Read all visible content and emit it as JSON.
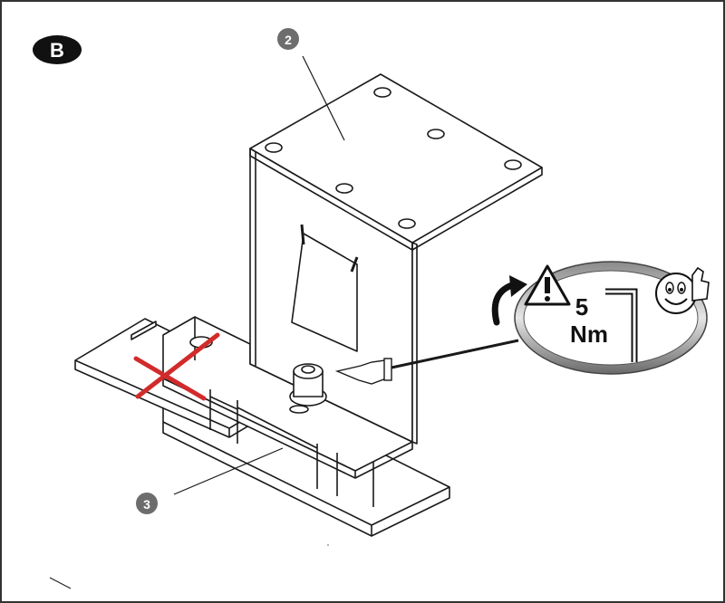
{
  "step_badge": {
    "label": "B"
  },
  "callouts": [
    {
      "number": "2"
    },
    {
      "number": "3"
    }
  ],
  "torque": {
    "value": "5",
    "unit": "Nm"
  },
  "icons": [
    "warning-icon",
    "rotate-clockwise-icon",
    "allen-key-icon",
    "thumbs-up-smiley-icon",
    "pointing-hand-icon",
    "prohibited-x-icon"
  ],
  "colors": {
    "line": "#1a1a1a",
    "badge": "#111111",
    "callout": "#6d6d6d",
    "prohibited": "#d22b2b",
    "border": "#333333"
  }
}
